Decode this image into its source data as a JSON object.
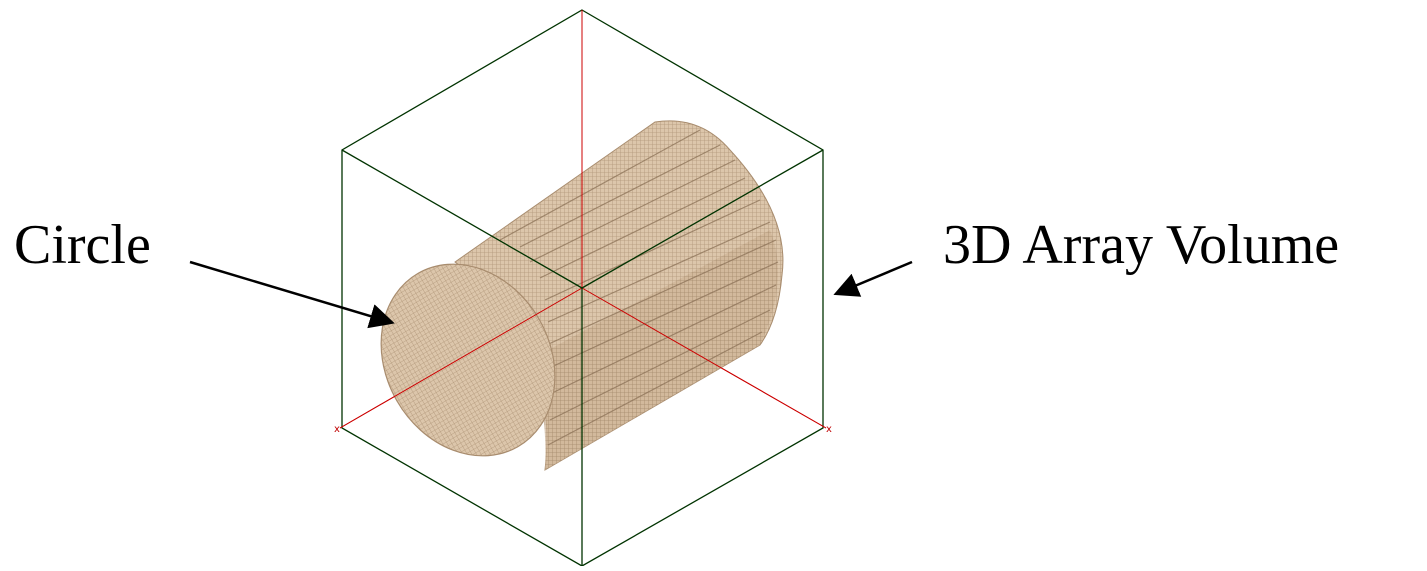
{
  "labels": {
    "left": "Circle",
    "right": "3D Array Volume"
  },
  "axis_markers": [
    "x",
    "x"
  ],
  "colors": {
    "box_edges": "#003300",
    "axes": "#cc0000",
    "voxel_fill": "#d8c1a6",
    "voxel_grid": "#b39b80",
    "arrow": "#000000"
  }
}
